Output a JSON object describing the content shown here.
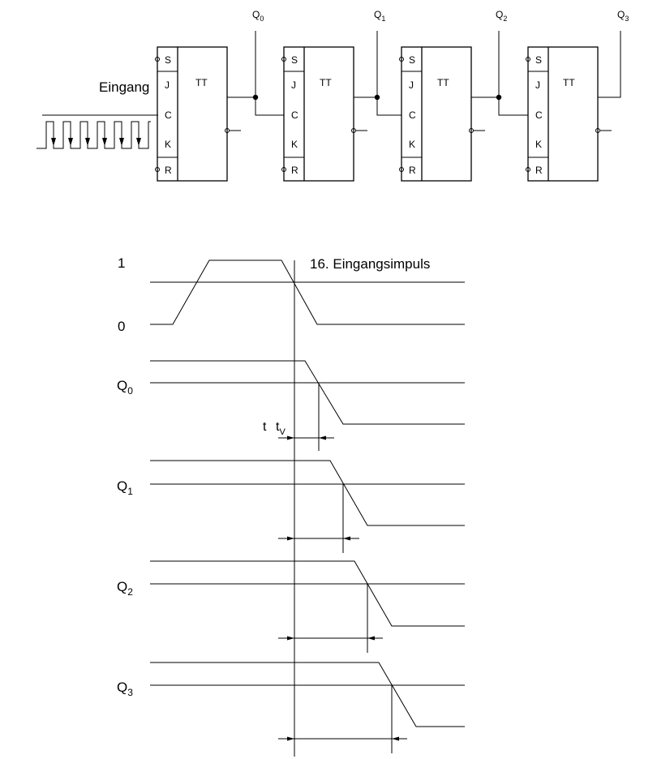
{
  "circuit": {
    "input_label": "Eingang",
    "flipflops": [
      {
        "type_label": "TT",
        "pins": [
          "S",
          "J",
          "C",
          "K",
          "R"
        ],
        "output": {
          "letter": "Q",
          "index": "0"
        }
      },
      {
        "type_label": "TT",
        "pins": [
          "S",
          "J",
          "C",
          "K",
          "R"
        ],
        "output": {
          "letter": "Q",
          "index": "1"
        }
      },
      {
        "type_label": "TT",
        "pins": [
          "S",
          "J",
          "C",
          "K",
          "R"
        ],
        "output": {
          "letter": "Q",
          "index": "2"
        }
      },
      {
        "type_label": "TT",
        "pins": [
          "S",
          "J",
          "C",
          "K",
          "R"
        ],
        "output": {
          "letter": "Q",
          "index": "3"
        }
      }
    ]
  },
  "timing": {
    "input_title": "16. Eingangsimpuls",
    "level_high": "1",
    "level_low": "0",
    "delay_label_t": "t",
    "delay_label_tv": "t",
    "delay_label_tv_sub": "V",
    "signals": [
      {
        "letter": "Q",
        "index": "0"
      },
      {
        "letter": "Q",
        "index": "1"
      },
      {
        "letter": "Q",
        "index": "2"
      },
      {
        "letter": "Q",
        "index": "3"
      }
    ]
  }
}
